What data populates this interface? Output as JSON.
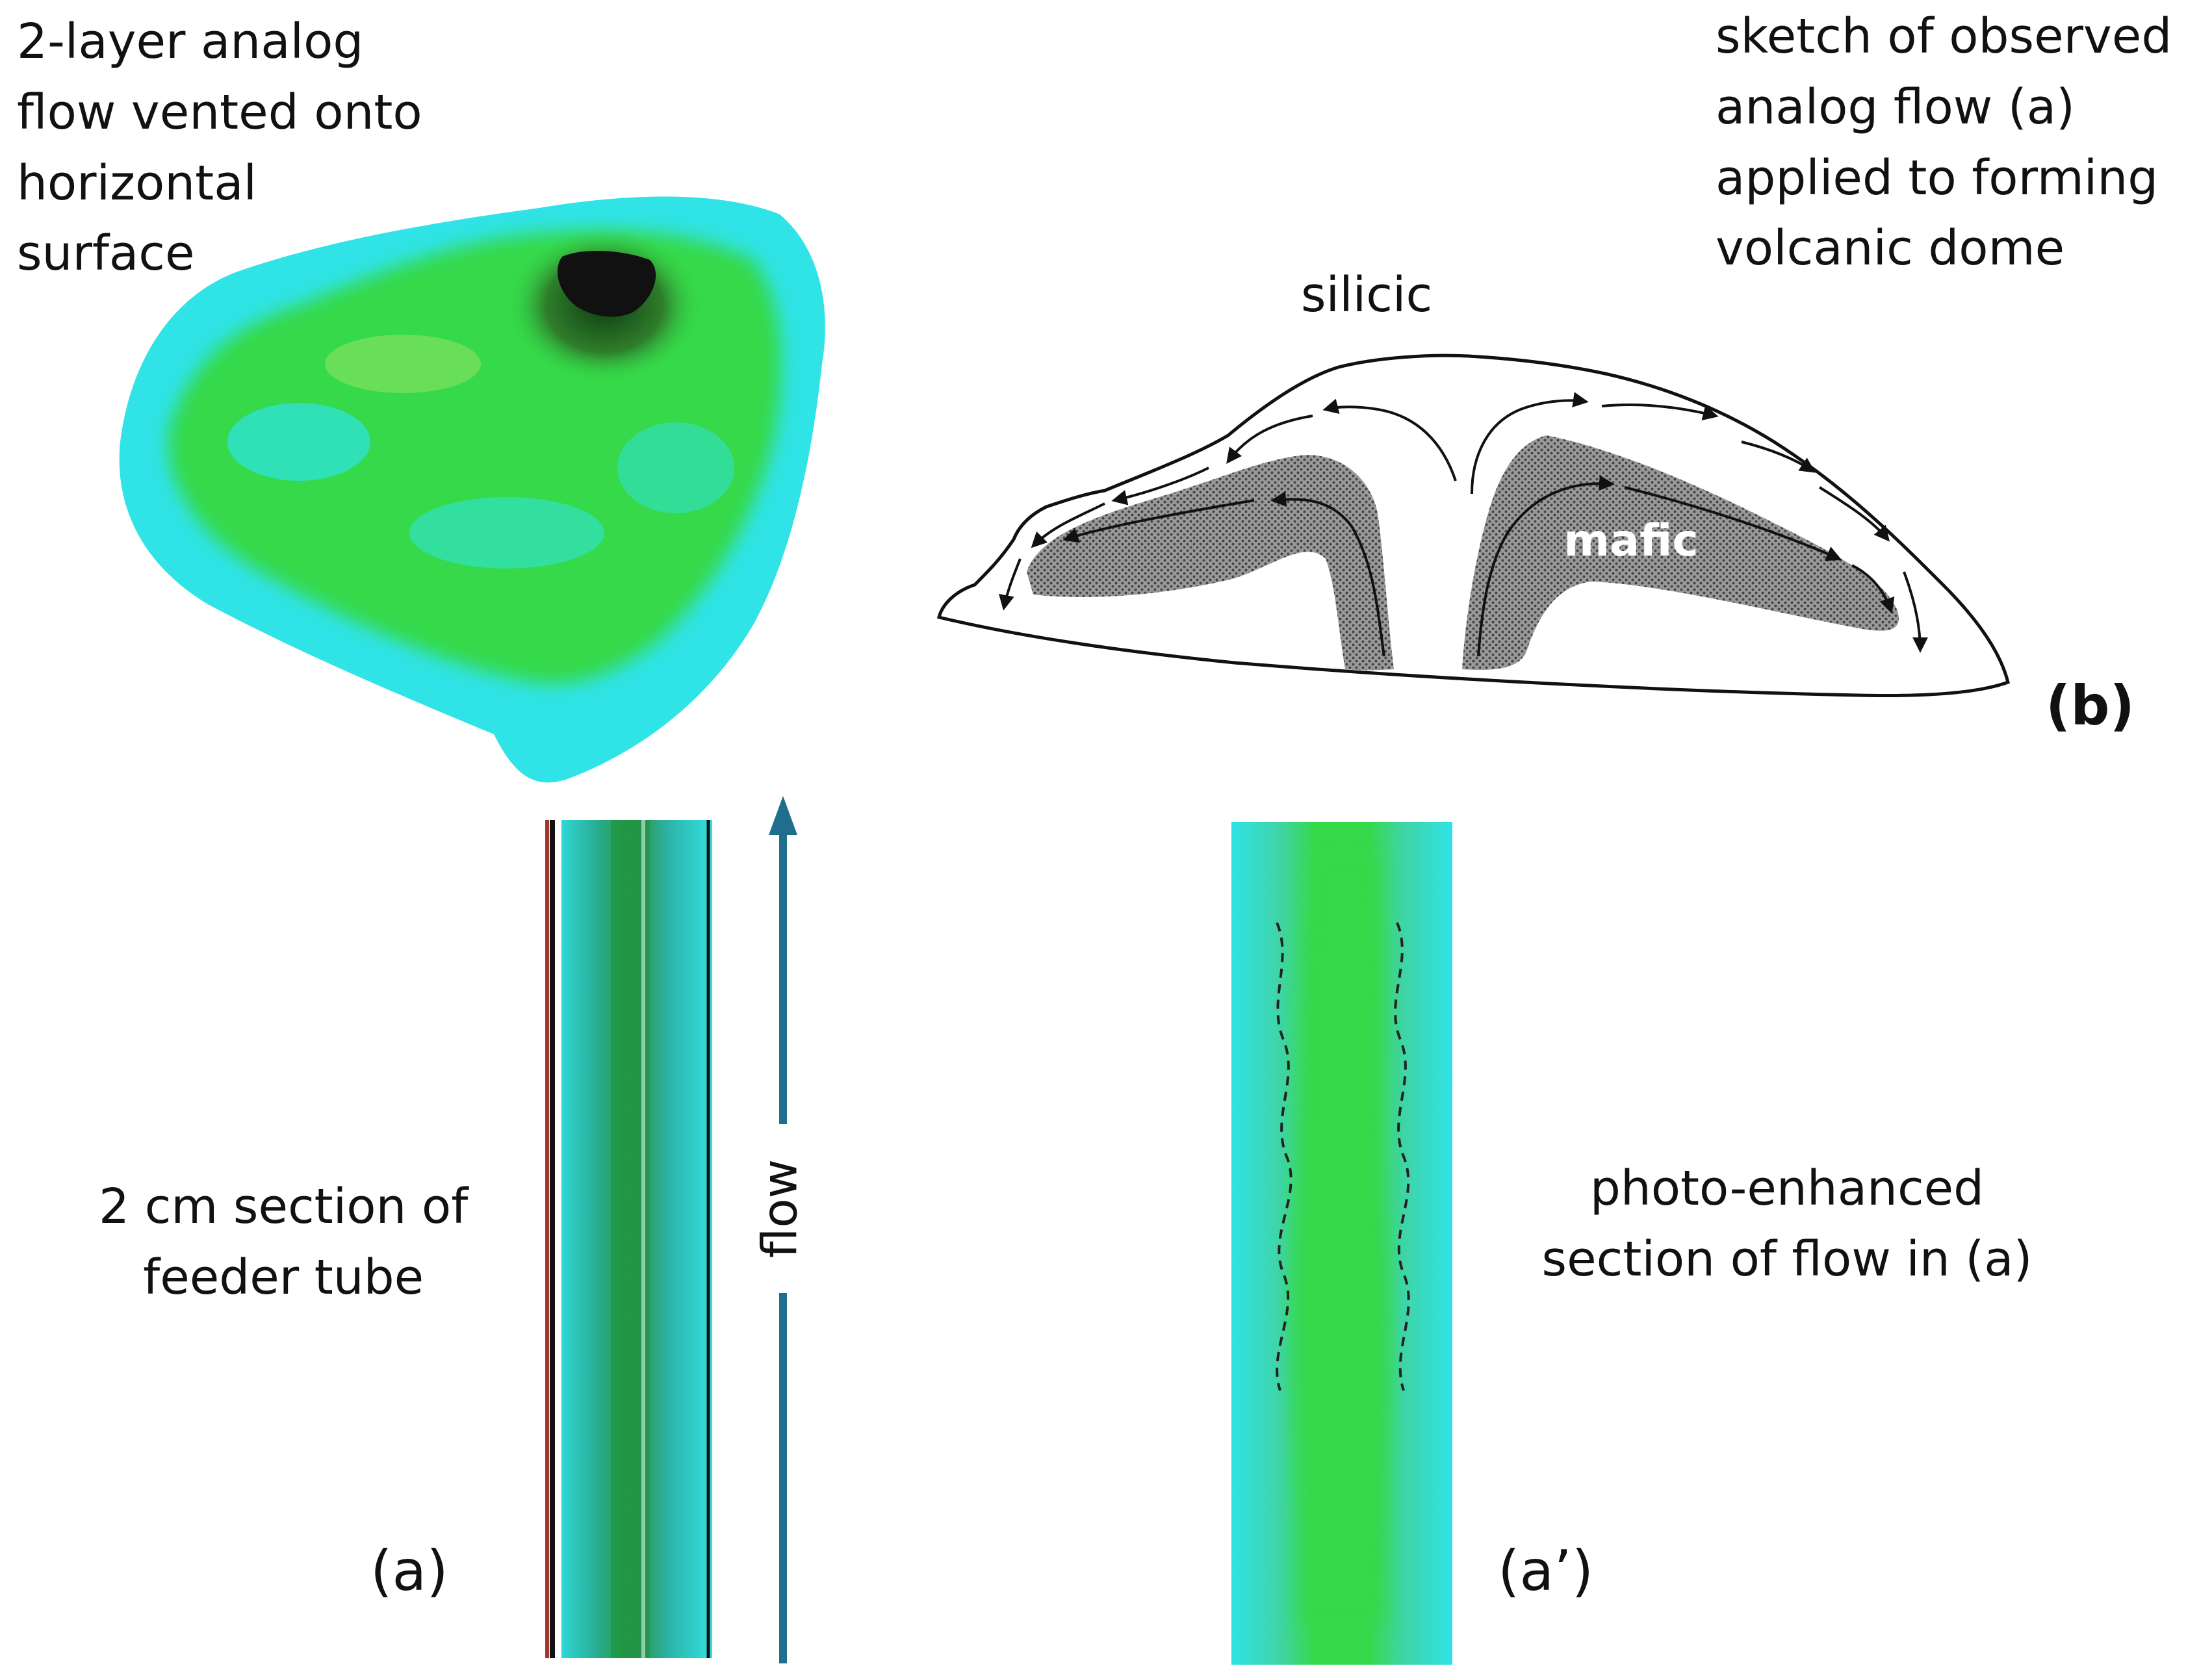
{
  "labels": {
    "top_left": "2-layer analog\nflow vented onto\nhorizontal\nsurface",
    "top_right": "sketch of observed\nanalog flow (a)\napplied to forming\nvolcanic dome",
    "silicic": "silicic",
    "mafic": "mafic",
    "panel_b": "(b)",
    "flow": "flow",
    "feeder": "2 cm section of\nfeeder tube",
    "enhanced": "photo-enhanced\nsection of flow in (a)",
    "panel_a": "(a)",
    "panel_a_prime": "(a’)"
  },
  "colors": {
    "cyan": "#2fe3e6",
    "green": "#36d94a",
    "dark_green": "#1f7a2a",
    "vent_black": "#111111",
    "flow_arrow": "#1f6e8c",
    "mafic_fill": "#8c8c8c",
    "feeder_edge_red": "#a4372c"
  }
}
